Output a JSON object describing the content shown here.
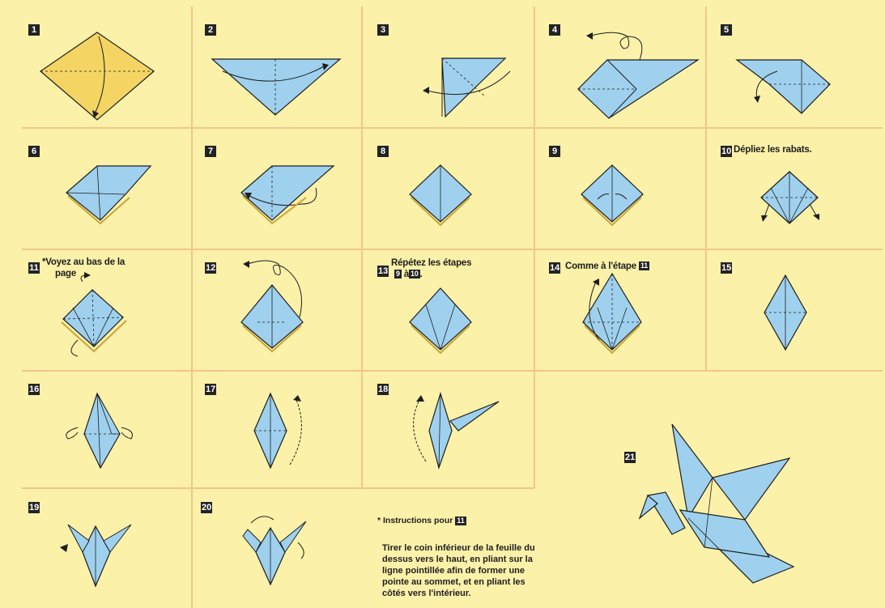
{
  "colors": {
    "paper": "#fbf1a9",
    "grid_line": "#f2c58d",
    "fold_blue": "#9fd1ee",
    "fold_yellow": "#f4d564",
    "ink": "#1e1e1e"
  },
  "steps": [
    {
      "num": "1"
    },
    {
      "num": "2"
    },
    {
      "num": "3"
    },
    {
      "num": "4"
    },
    {
      "num": "5"
    },
    {
      "num": "6"
    },
    {
      "num": "7"
    },
    {
      "num": "8"
    },
    {
      "num": "9"
    },
    {
      "num": "10",
      "caption": "Dépliez les rabats."
    },
    {
      "num": "11",
      "caption_line1": "*Voyez au bas de la",
      "caption_line2": "page"
    },
    {
      "num": "12"
    },
    {
      "num": "13",
      "caption_line1": "Répétez les étapes",
      "ref_a": "9",
      "ref_mid": "à",
      "ref_b": "10",
      "ref_end": "."
    },
    {
      "num": "14",
      "caption": "Comme à l'étape",
      "ref": "11"
    },
    {
      "num": "15"
    },
    {
      "num": "16"
    },
    {
      "num": "17"
    },
    {
      "num": "18"
    },
    {
      "num": "19"
    },
    {
      "num": "20"
    },
    {
      "num": "21"
    }
  ],
  "instructions": {
    "heading": "* Instructions pour",
    "heading_ref": "11",
    "lines": [
      "Tirer le coin inférieur de la feuille du",
      "dessus vers le haut, en pliant sur la",
      "ligne pointillée afin de former une",
      "pointe au sommet, et en pliant les",
      "côtés vers l'intérieur."
    ]
  }
}
